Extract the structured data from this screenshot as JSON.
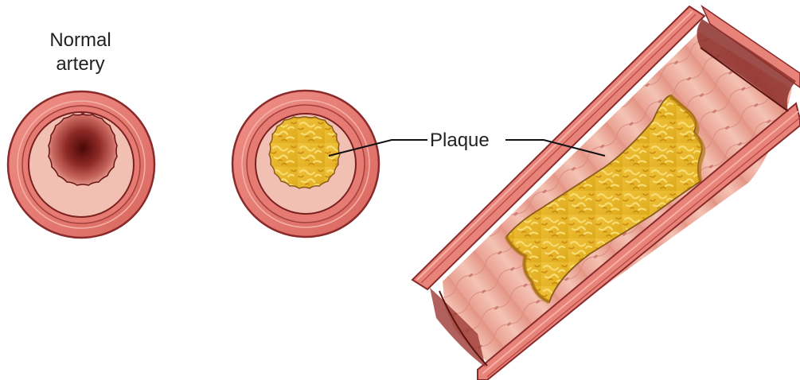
{
  "labels": {
    "normal_artery_line1": "Normal",
    "normal_artery_line2": "artery",
    "plaque": "Plaque"
  },
  "colors": {
    "outer_wall": "#e8837a",
    "wall_stroke": "#8a2a2a",
    "lumen_dark": "#5a0e0e",
    "lumen_mid": "#b8524c",
    "inner_lining": "#f2c5b8",
    "plaque": "#e8b623",
    "plaque_highlight": "#f7d766",
    "plaque_shadow": "#c88a10",
    "plaque_edge": "#8a5a1a"
  }
}
